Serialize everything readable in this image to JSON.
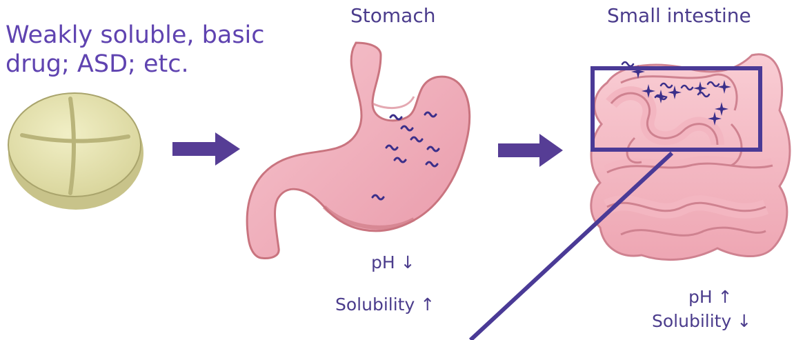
{
  "drug": {
    "line1": "Weakly soluble, basic",
    "line2": "drug; ASD; etc."
  },
  "stomach": {
    "title": "Stomach",
    "ph": "pH ↓",
    "solubility": "Solubility ↑"
  },
  "intestine": {
    "title": "Small intestine",
    "ph": "pH ↑",
    "solubility": "Solubility ↓"
  },
  "colors": {
    "accent": "#4b3a96",
    "text": "#5f43b0",
    "organ_fill": "#f2b3c0",
    "organ_stroke": "#c9747f",
    "tablet": "#e6e3b0"
  },
  "icons": [
    "tablet-icon",
    "arrow-right-icon",
    "stomach-icon",
    "small-intestine-icon",
    "zoom-box",
    "zoom-line"
  ]
}
